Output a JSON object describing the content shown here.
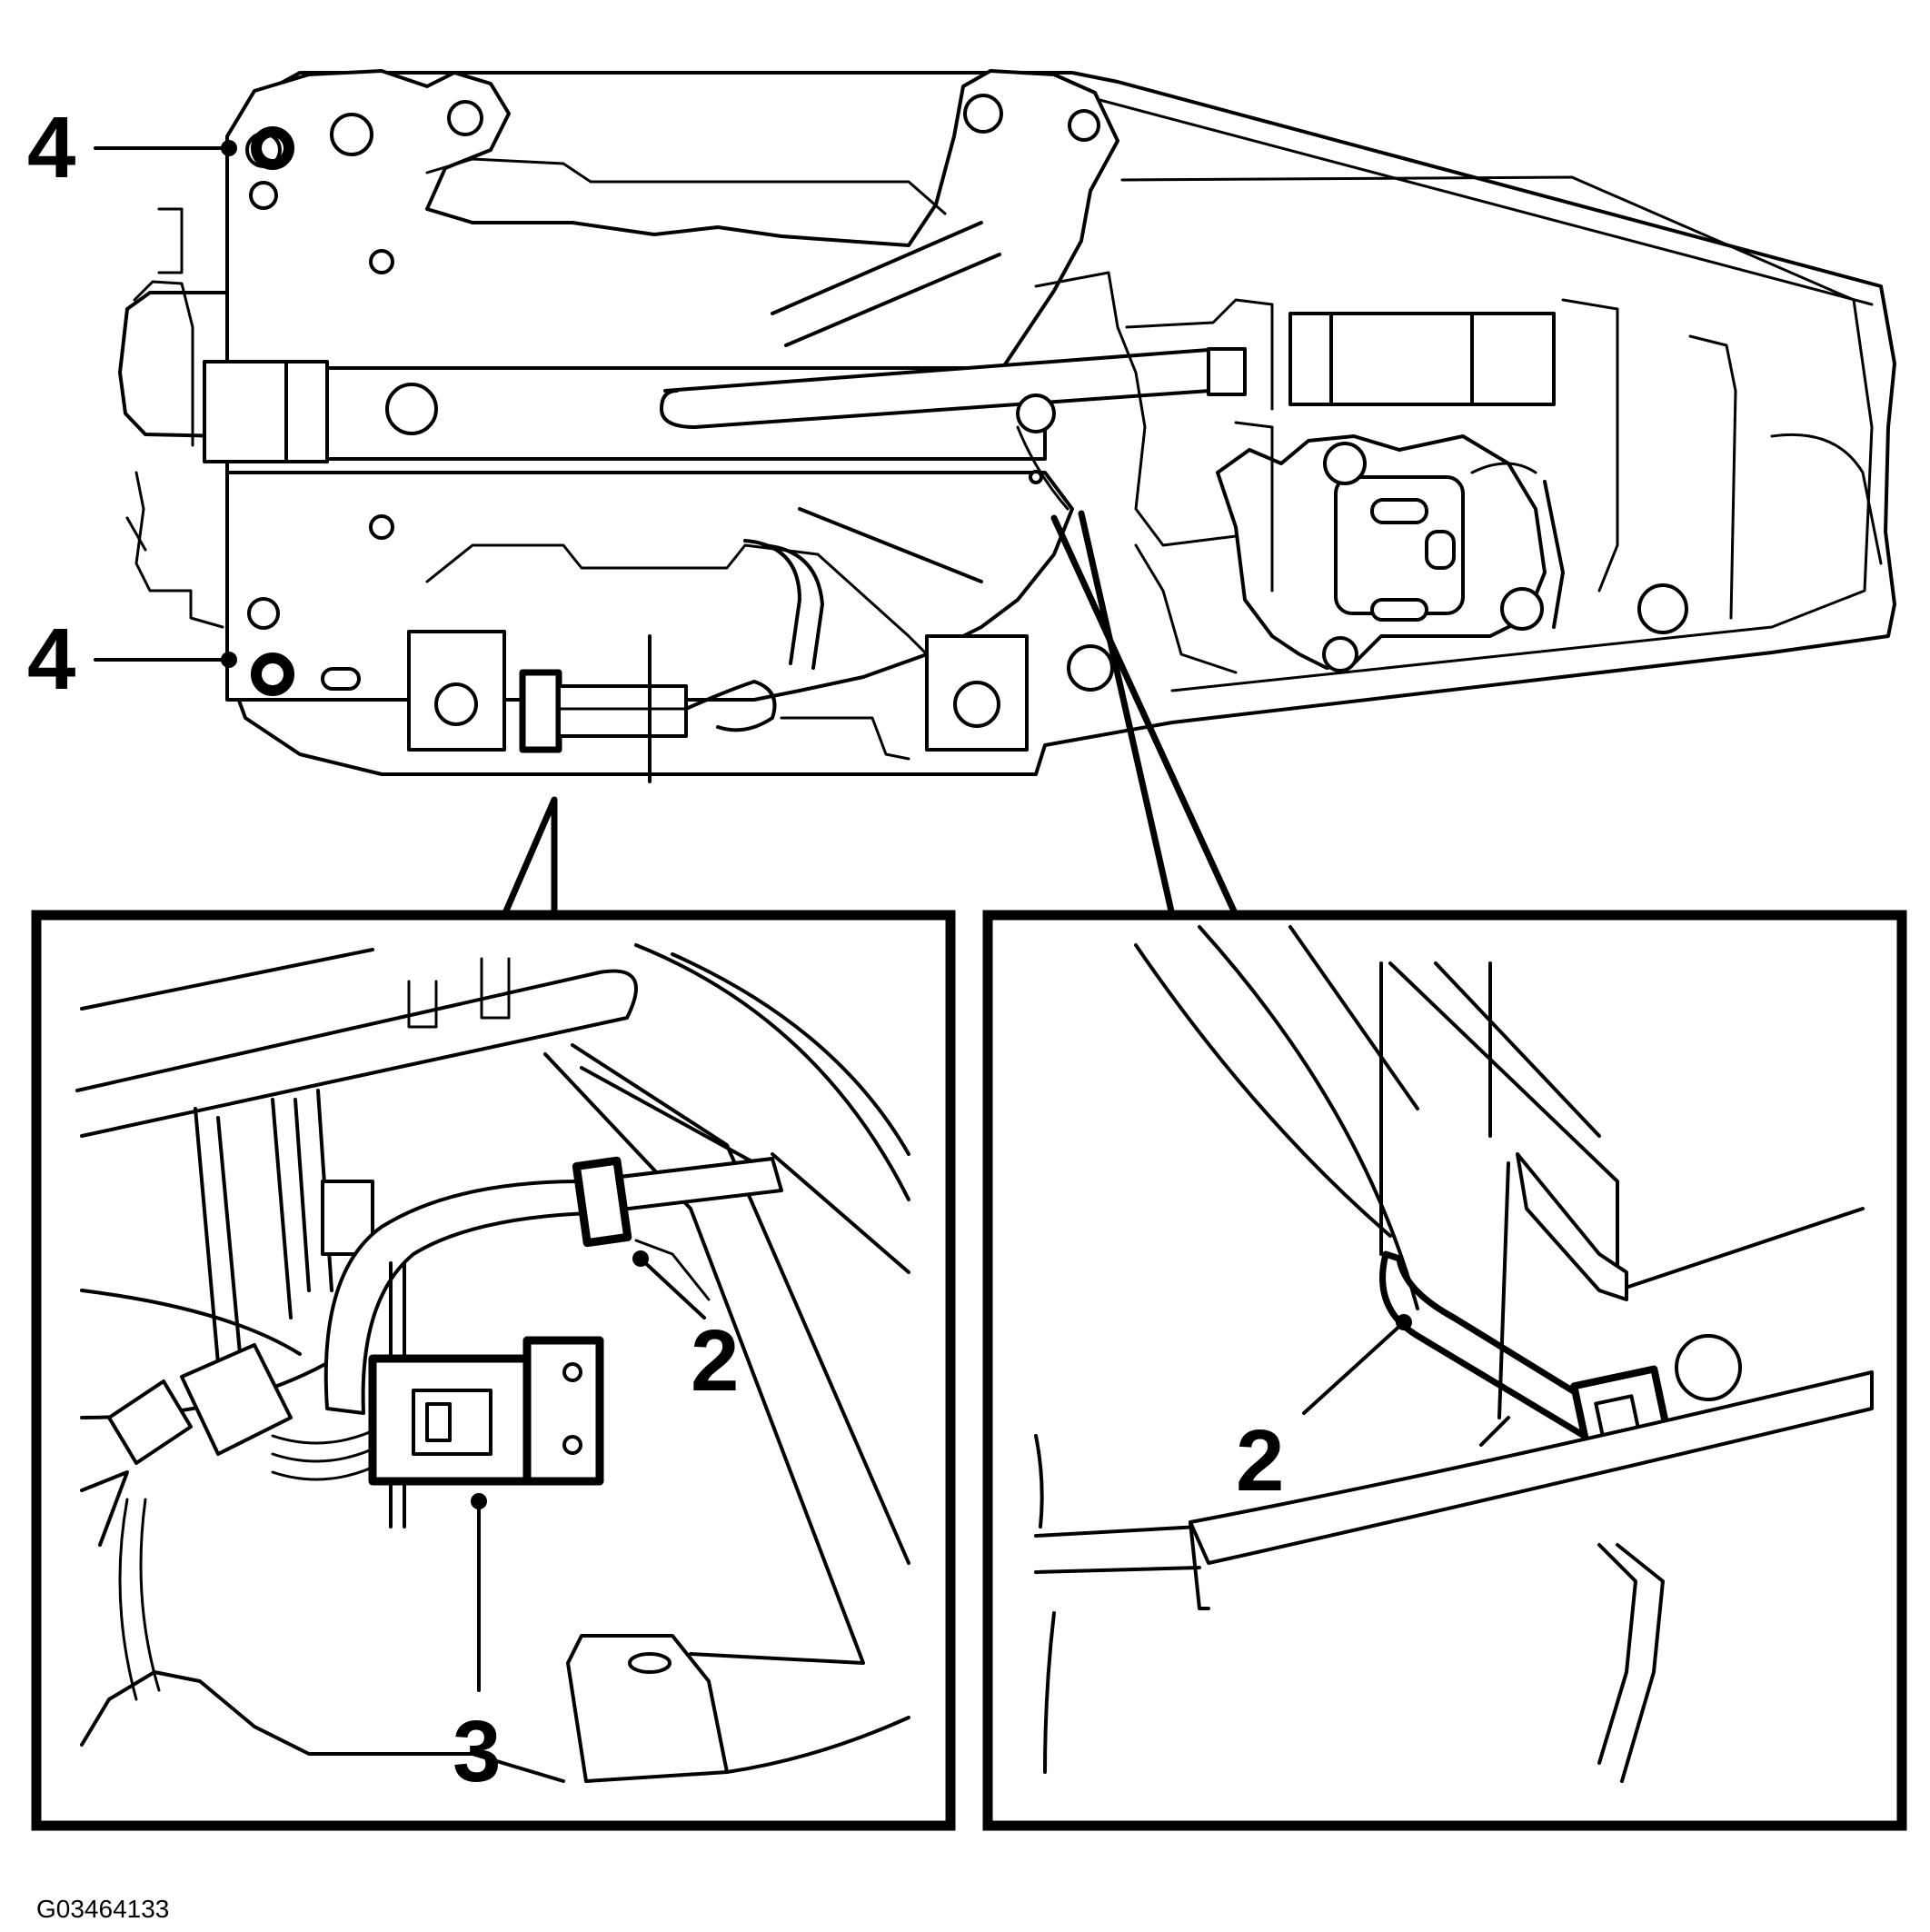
{
  "figure": {
    "id_text": "G03464133",
    "callouts": {
      "top_upper": "4",
      "top_lower": "4",
      "left_inset_2": "2",
      "left_inset_3": "3",
      "right_inset_2": "2"
    }
  },
  "colors": {
    "line": "#000000",
    "background": "#ffffff"
  }
}
